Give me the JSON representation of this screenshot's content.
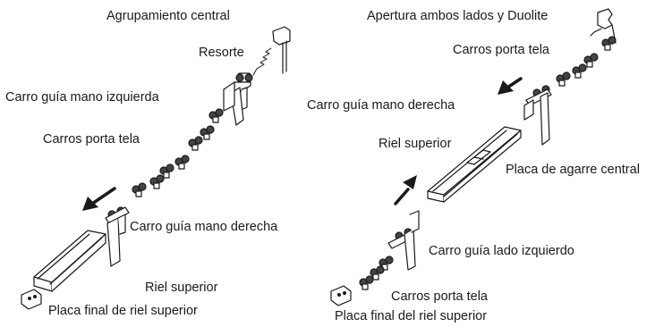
{
  "left_diagram": {
    "agrupamiento_central": "Agrupamiento central",
    "resorte": "Resorte",
    "carro_guia_izquierda": "Carro guía mano izquierda",
    "carros_porta_tela": "Carros porta tela",
    "carro_guia_derecha": "Carro guía mano derecha",
    "riel_superior": "Riel superior",
    "placa_final": "Placa final de riel superior"
  },
  "right_diagram": {
    "apertura": "Apertura ambos lados y Duolite",
    "carros_porta_tela_top": "Carros porta tela",
    "carro_guia_derecha": "Carro guía mano derecha",
    "riel_superior": "Riel superior",
    "placa_agarre": "Placa de agarre central",
    "carro_guia_lado_izquierdo": "Carro guía lado izquierdo",
    "carros_porta_tela_bottom": "Carros porta tela",
    "placa_final": "Placa final del riel superior"
  },
  "colors": {
    "line": "#1a1a1a",
    "text": "#1a1a1a",
    "background": "#ffffff"
  }
}
